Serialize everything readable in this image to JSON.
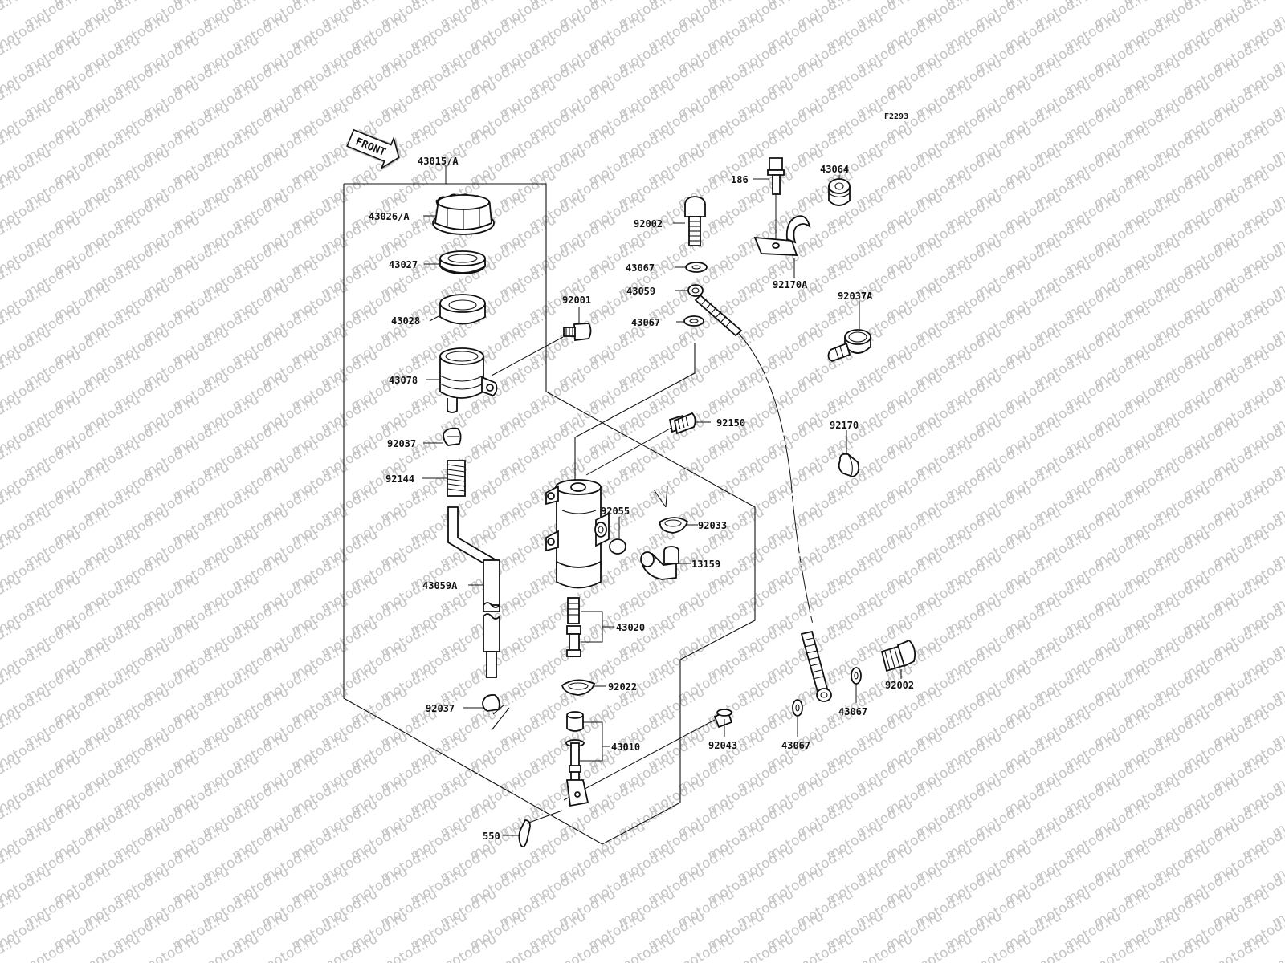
{
  "diagram": {
    "figure_code": "F2293",
    "front_arrow_label": "FRONT",
    "watermark_text": "motod.ru",
    "colors": {
      "ink": "#111111",
      "watermark": "#c4c4c4",
      "background": "#ffffff"
    },
    "labels": {
      "43015_A": "43015/A",
      "43026_A": "43026/A",
      "43027": "43027",
      "43028": "43028",
      "43078": "43078",
      "92001": "92001",
      "92037_top": "92037",
      "92144": "92144",
      "43059A": "43059A",
      "92037_bottom": "92037",
      "550": "550",
      "186": "186",
      "43064": "43064",
      "92002_top": "92002",
      "43067_a": "43067",
      "43059": "43059",
      "43067_b": "43067",
      "92170A": "92170A",
      "92037A": "92037A",
      "92150": "92150",
      "92170": "92170",
      "92055": "92055",
      "92033": "92033",
      "13159": "13159",
      "43020": "43020",
      "92022": "92022",
      "43010": "43010",
      "92043": "92043",
      "92002_bottom": "92002",
      "43067_c": "43067",
      "43067_d": "43067"
    }
  }
}
